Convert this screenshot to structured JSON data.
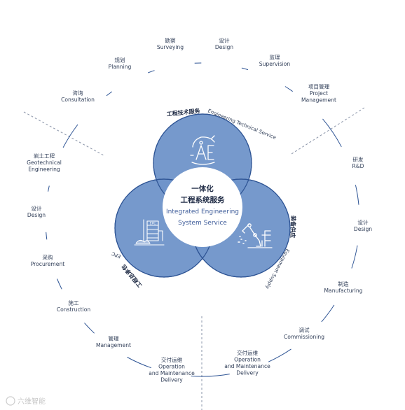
{
  "center": {
    "title_line1": "一体化",
    "title_line2": "工程系统服务",
    "subtitle_line1": "Integrated Engineering",
    "subtitle_line2": "System Service"
  },
  "circles": {
    "top": {
      "cn": "工程技术服务",
      "en": "Engineering Technical Service"
    },
    "left": {
      "cn": "工程总承包",
      "en": "EPC"
    },
    "right": {
      "cn": "装备供应",
      "en": "Equipment Supply"
    }
  },
  "ring_labels": [
    {
      "cn": "勘察",
      "en": [
        "Surveying"
      ]
    },
    {
      "cn": "设计",
      "en": [
        "Design"
      ]
    },
    {
      "cn": "监理",
      "en": [
        "Supervision"
      ]
    },
    {
      "cn": "项目管理",
      "en": [
        "Project",
        "Management"
      ]
    },
    {
      "cn": "研发",
      "en": [
        "R&D"
      ]
    },
    {
      "cn": "设计",
      "en": [
        "Design"
      ]
    },
    {
      "cn": "制造",
      "en": [
        "Manufacturing"
      ]
    },
    {
      "cn": "调试",
      "en": [
        "Commissioning"
      ]
    },
    {
      "cn": "交付运维",
      "en": [
        "Operation",
        "and Maintenance",
        "Delivery"
      ]
    },
    {
      "cn": "交付运维",
      "en": [
        "Operation",
        "and Maintenance",
        "Delivery"
      ]
    },
    {
      "cn": "管理",
      "en": [
        "Management"
      ]
    },
    {
      "cn": "施工",
      "en": [
        "Construction"
      ]
    },
    {
      "cn": "采购",
      "en": [
        "Procurement"
      ]
    },
    {
      "cn": "设计",
      "en": [
        "Design"
      ]
    },
    {
      "cn": "岩土工程",
      "en": [
        "Geotechnical",
        "Engineering"
      ]
    },
    {
      "cn": "咨询",
      "en": [
        "Consultation"
      ]
    },
    {
      "cn": "规划",
      "en": [
        "Planning"
      ]
    }
  ],
  "icons": {
    "top": "ai-engineering-icon",
    "left": "epc-building-icon",
    "right": "robot-arm-icon"
  },
  "watermark": "六维智能",
  "colors": {
    "circle_fill": "#6f93c9",
    "circle_stroke": "#2f5595",
    "center_fill": "#ffffff",
    "ring_stroke": "#2f5595",
    "divider": "#8a94a8"
  }
}
